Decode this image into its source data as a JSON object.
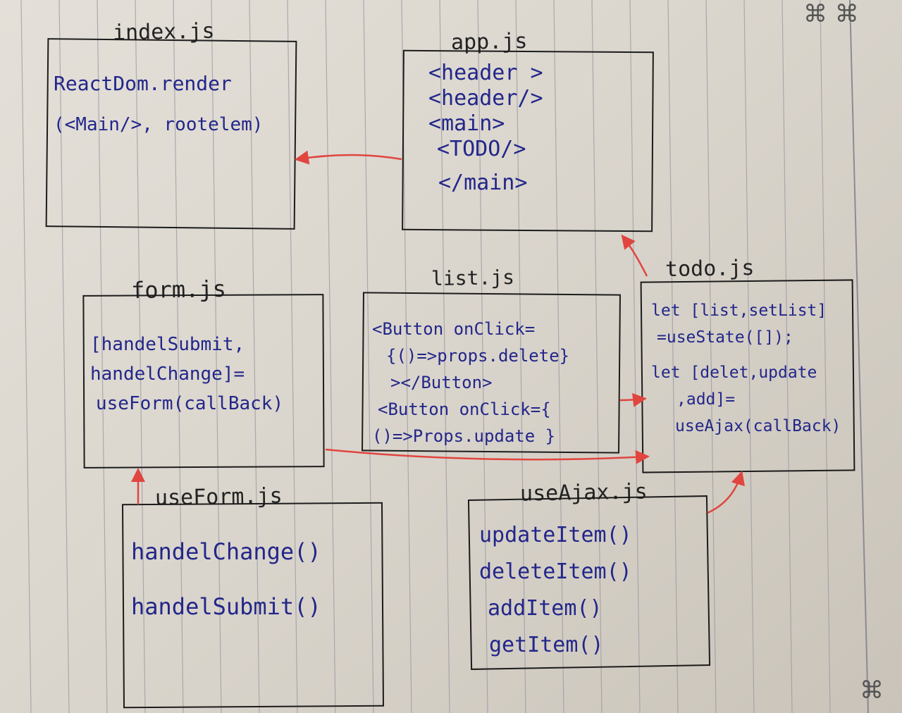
{
  "colors": {
    "paper": "#e0dbd3",
    "ink_box": "#1c1c1c",
    "ink_code": "#22268a",
    "arrow": "#e0453f",
    "rule_line": "#9b98a3"
  },
  "boxes": {
    "index": {
      "title": "index.js",
      "lines": [
        "ReactDom.render",
        "(<Main/>, rootelem)"
      ]
    },
    "app": {
      "title": "app.js",
      "lines": [
        "<header >",
        "<header/>",
        "<main>",
        "<TODO/>",
        "</main>"
      ]
    },
    "form": {
      "title": "form.js",
      "lines": [
        "[handelSubmit,",
        "handelChange]=",
        "useForm(callBack)"
      ]
    },
    "list": {
      "title": "list.js",
      "lines": [
        "<Button onClick=",
        "{()=>props.delete}",
        "></Button>",
        "<Button onClick={",
        "()=>Props.update }"
      ]
    },
    "todo": {
      "title": "todo.js",
      "lines": [
        "let [list,setList]",
        "=useState([]);",
        "let [delet,update",
        ",add]=",
        "useAjax(callBack)"
      ]
    },
    "useform": {
      "title": "useForm.js",
      "lines": [
        "handelChange()",
        "handelSubmit()"
      ]
    },
    "useajax": {
      "title": "useAjax.js",
      "lines": [
        "updateItem()",
        "deleteItem()",
        "addItem()",
        "getItem()"
      ]
    }
  }
}
